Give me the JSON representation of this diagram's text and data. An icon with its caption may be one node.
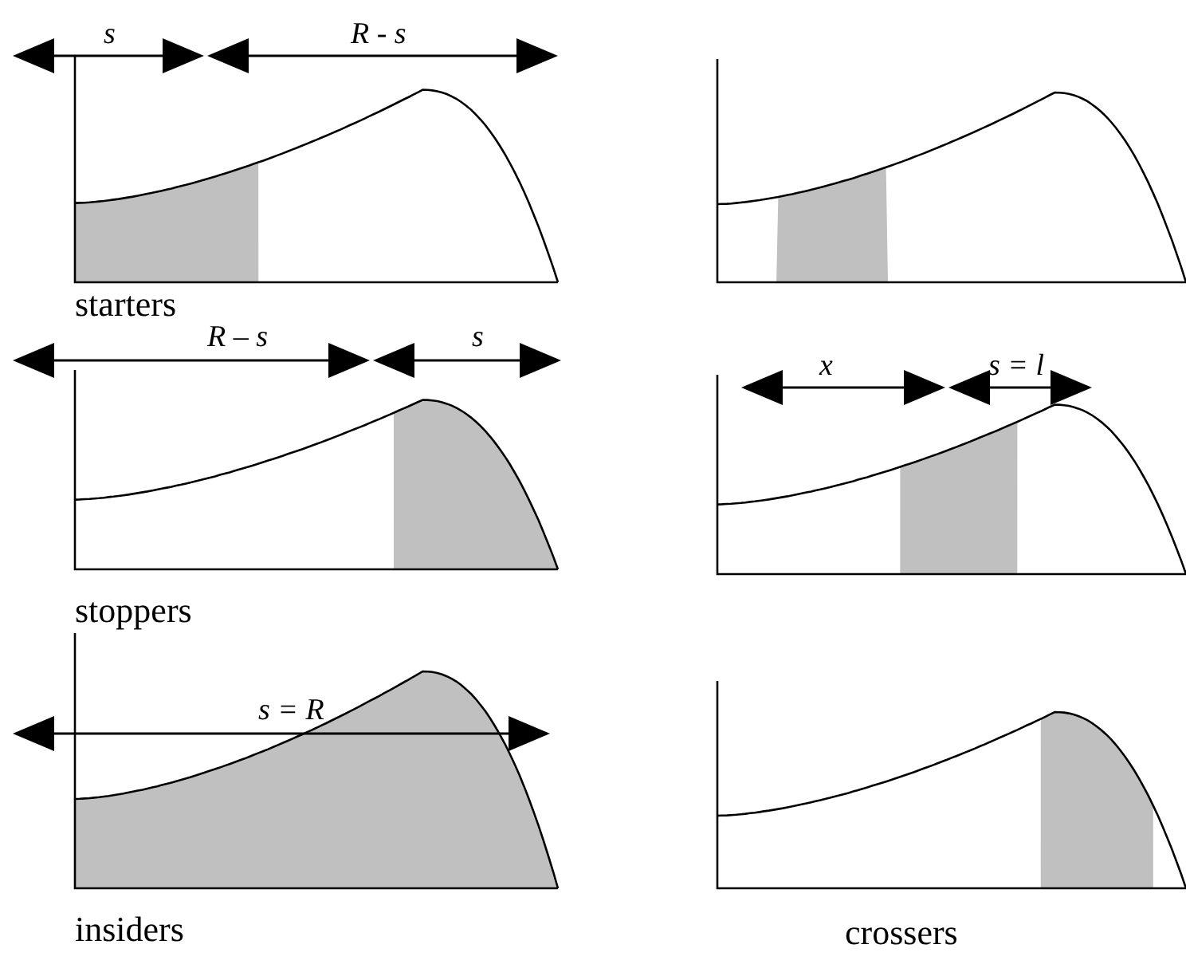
{
  "diagram": {
    "labels": [
      "s",
      "R - s",
      "starters",
      "R – s",
      "s",
      "x",
      "s = l",
      "stoppers",
      "s = R",
      "insiders",
      "crossers"
    ]
  }
}
